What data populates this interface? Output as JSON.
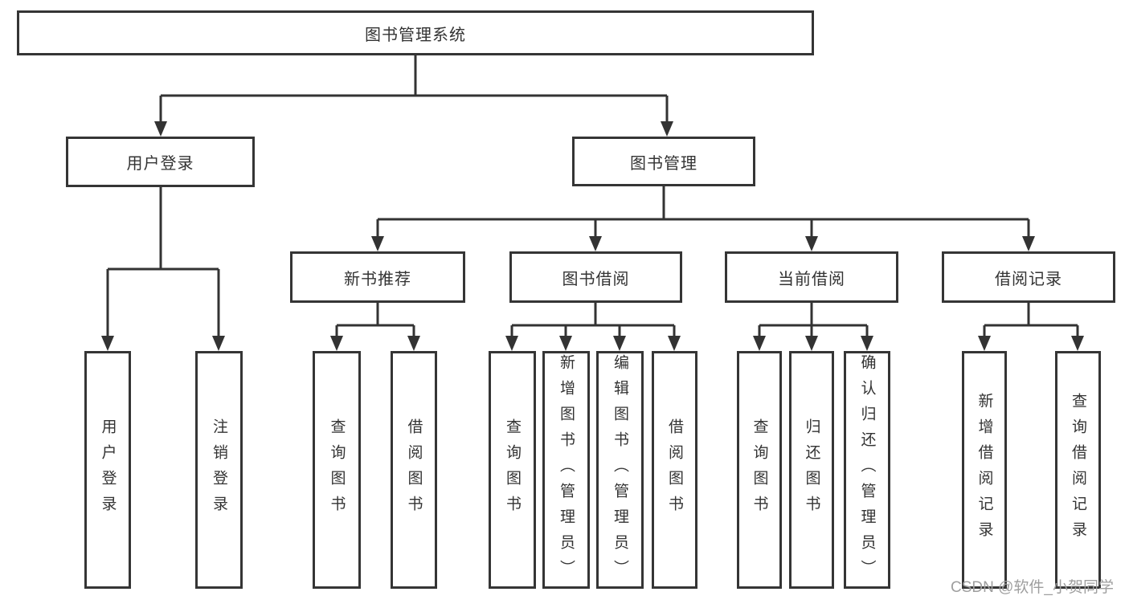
{
  "diagram": {
    "root": {
      "label": "图书管理系统"
    },
    "level2": {
      "user_login": {
        "label": "用户登录"
      },
      "book_mgmt": {
        "label": "图书管理"
      }
    },
    "level3": {
      "new_book_rec": {
        "label": "新书推荐"
      },
      "book_borrow": {
        "label": "图书借阅"
      },
      "current_borrow": {
        "label": "当前借阅"
      },
      "borrow_record": {
        "label": "借阅记录"
      }
    },
    "leaves": {
      "user_login_leaf": {
        "label": "用户登录"
      },
      "logout_leaf": {
        "label": "注销登录"
      },
      "rec_query_book": {
        "label": "查询图书"
      },
      "rec_borrow_book": {
        "label": "借阅图书"
      },
      "bor_query_book": {
        "label": "查询图书"
      },
      "bor_add_book": {
        "label": "新增图书（管理员）"
      },
      "bor_edit_book": {
        "label": "编辑图书（管理员）"
      },
      "bor_borrow_book": {
        "label": "借阅图书"
      },
      "cur_query_book": {
        "label": "查询图书"
      },
      "cur_return_book": {
        "label": "归还图书"
      },
      "cur_confirm_return": {
        "label": "确认归还（管理员）"
      },
      "recd_add_record": {
        "label": "新增借阅记录"
      },
      "recd_query_record": {
        "label": "查询借阅记录"
      }
    }
  },
  "watermark": {
    "text": "CSDN @软件_小贺同学"
  },
  "colors": {
    "line": "#333333",
    "border": "#353535",
    "text": "#333333",
    "watermark": "#9e9e9e",
    "background": "#ffffff"
  }
}
